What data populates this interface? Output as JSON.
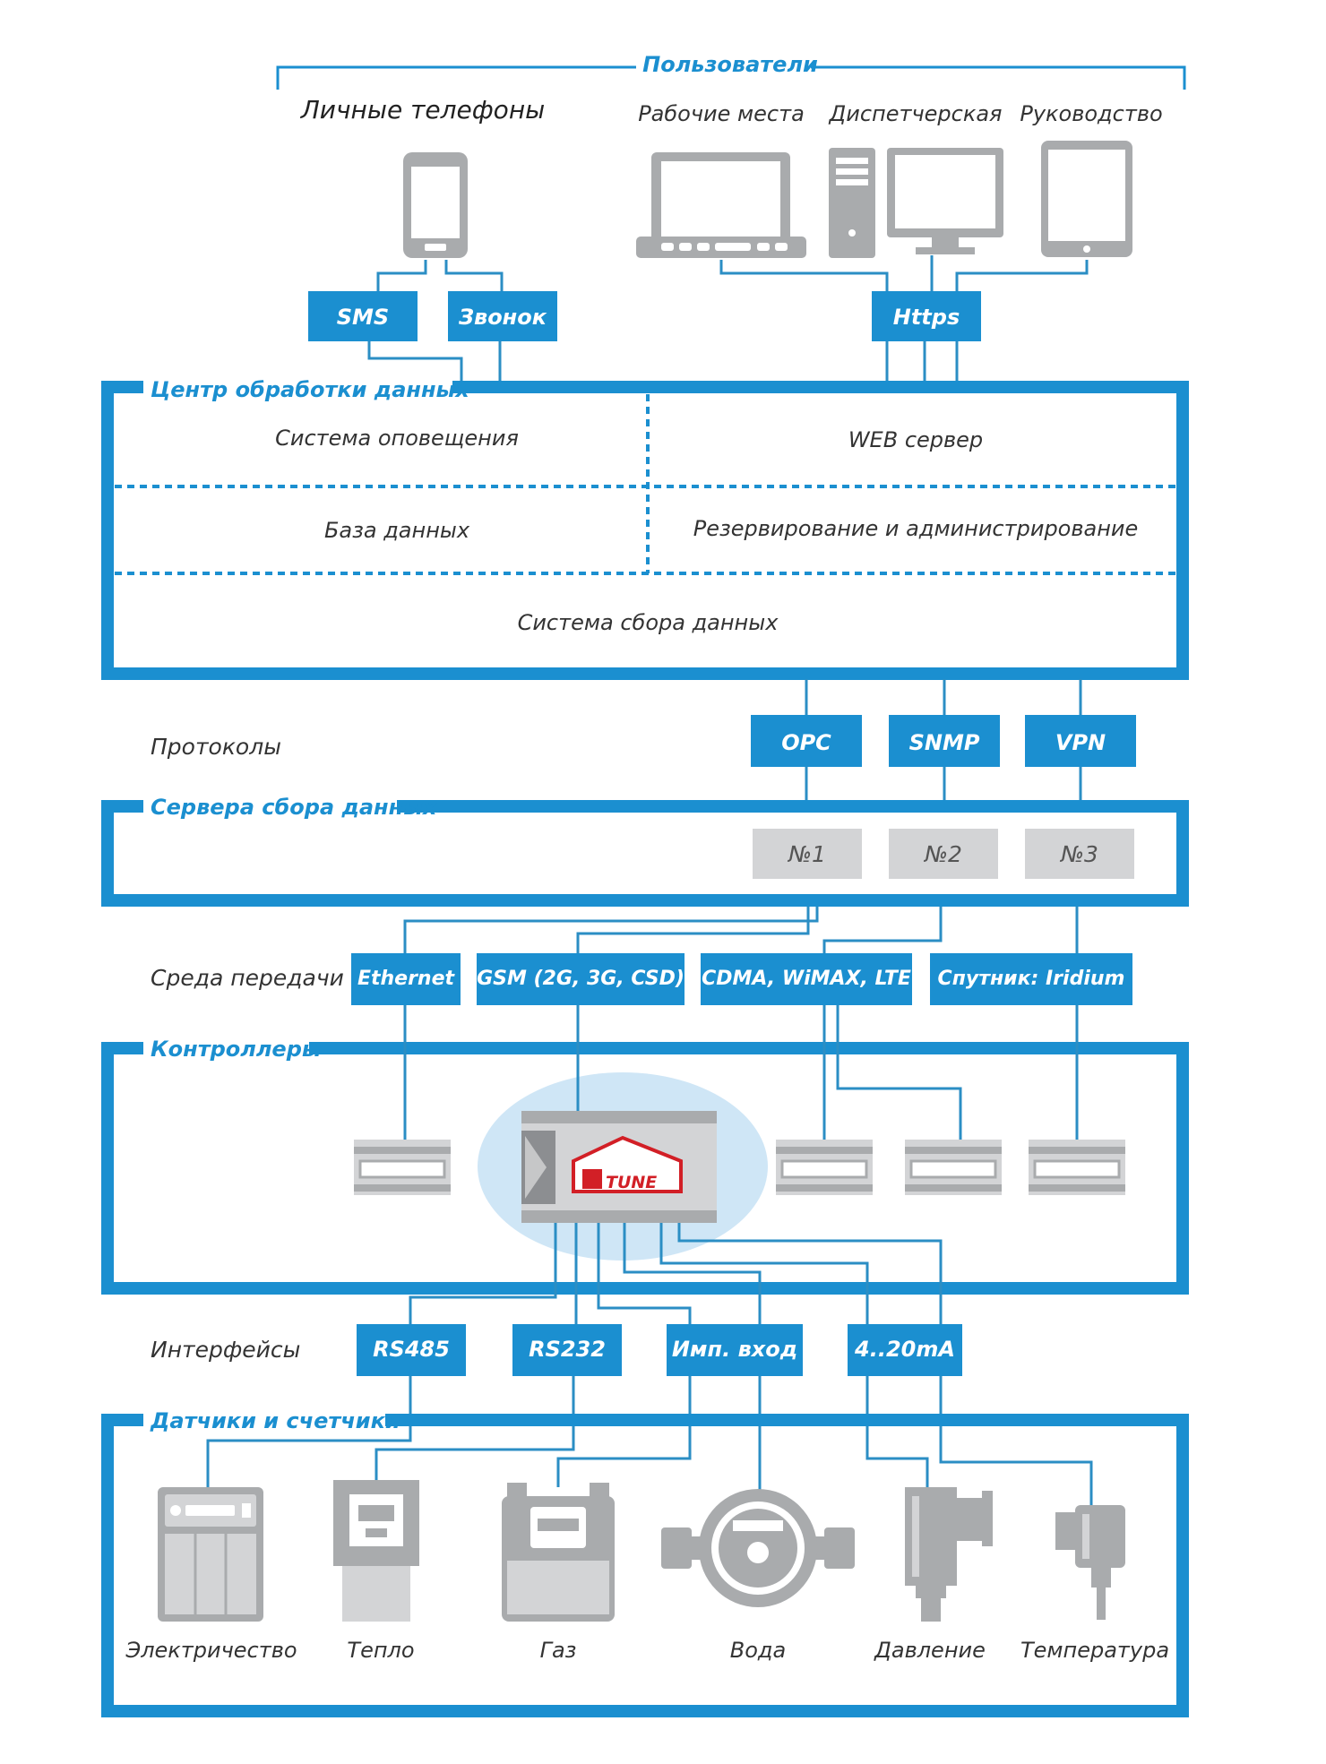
{
  "users": {
    "title": "Пользователи",
    "personal_phones": "Личные телефоны",
    "workplaces": "Рабочие места",
    "dispatch": "Диспетчерская",
    "management": "Руководство"
  },
  "user_channels": {
    "sms": "SMS",
    "call": "Звонок",
    "https": "Https"
  },
  "data_center": {
    "title": "Центр обработки данных",
    "notification": "Система оповещения",
    "web_server": "WEB сервер",
    "database": "База данных",
    "backup_admin": "Резервирование и администрирование",
    "collection": "Система сбора данных"
  },
  "protocols": {
    "label": "Протоколы",
    "items": [
      "OPC",
      "SNMP",
      "VPN"
    ]
  },
  "servers": {
    "title": "Сервера сбора данных",
    "items": [
      "№1",
      "№2",
      "№3"
    ]
  },
  "transport": {
    "label": "Среда передачи",
    "items": [
      "Ethernet",
      "GSM (2G, 3G, CSD)",
      "CDMA, WiMAX, LTE",
      "Спутник: Iridium"
    ]
  },
  "controllers": {
    "title": "Контроллеры",
    "logo_text": "TUNE"
  },
  "interfaces": {
    "label": "Интерфейсы",
    "items": [
      "RS485",
      "RS232",
      "Имп. вход",
      "4..20mA"
    ]
  },
  "sensors": {
    "title": "Датчики и счетчики",
    "items": [
      "Электричество",
      "Тепло",
      "Газ",
      "Вода",
      "Давление",
      "Температура"
    ]
  },
  "colors": {
    "accent": "#1b8fd0",
    "wire": "#2b8ec4",
    "device_gray": "#a9abad",
    "server_gray": "#d3d4d6"
  }
}
